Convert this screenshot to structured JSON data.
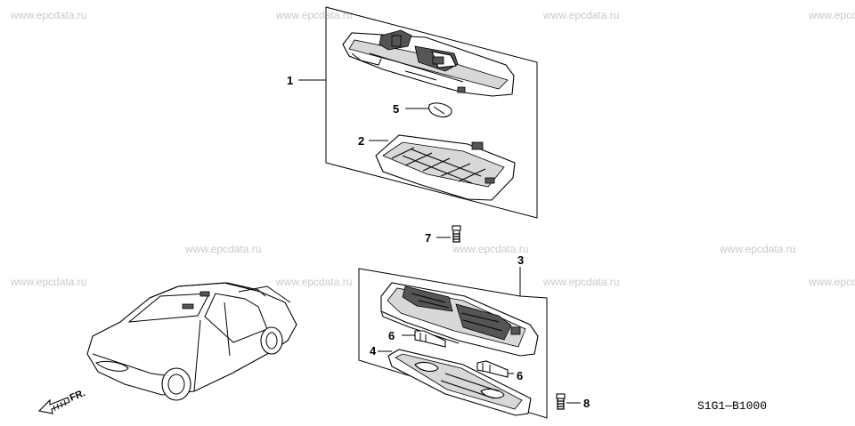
{
  "watermark": "www.epcdata.ru",
  "callouts": {
    "c1": "1",
    "c2": "2",
    "c3": "3",
    "c4": "4",
    "c5": "5",
    "c6a": "6",
    "c6b": "6",
    "c7": "7",
    "c8": "8"
  },
  "direction_label": "FR.",
  "diagram_code": "S1G1—B1000"
}
